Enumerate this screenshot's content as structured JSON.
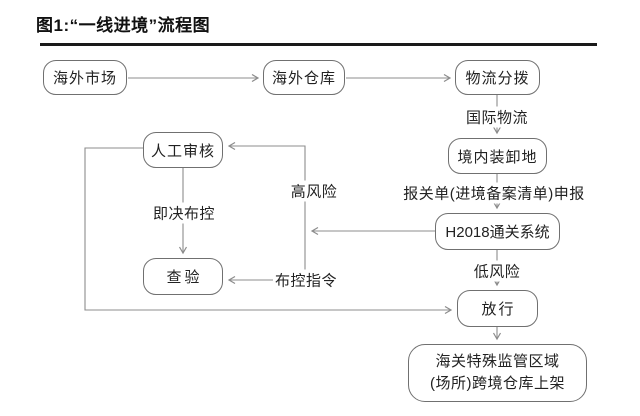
{
  "title": "图1:“一线进境”流程图",
  "colors": {
    "line": "#8c8c8c",
    "box_border": "#707070",
    "text": "#222222",
    "rule": "#1a1a1a",
    "background": "#ffffff"
  },
  "nodes": {
    "overseas_market": "海外市场",
    "overseas_warehouse": "海外仓库",
    "logistics_distribution": "物流分拨",
    "domestic_unloading": "境内装卸地",
    "h2018_system": "H2018通关系统",
    "manual_review": "人工审核",
    "inspection": "查验",
    "release": "放行",
    "final_line1": "海关特殊监管区域",
    "final_line2": "(场所)跨境仓库上架"
  },
  "edge_labels": {
    "international_logistics": "国际物流",
    "declaration": "报关单(进境备案清单)申报",
    "low_risk": "低风险",
    "high_risk": "高风险",
    "instant_control": "即决布控",
    "control_order": "布控指令"
  }
}
